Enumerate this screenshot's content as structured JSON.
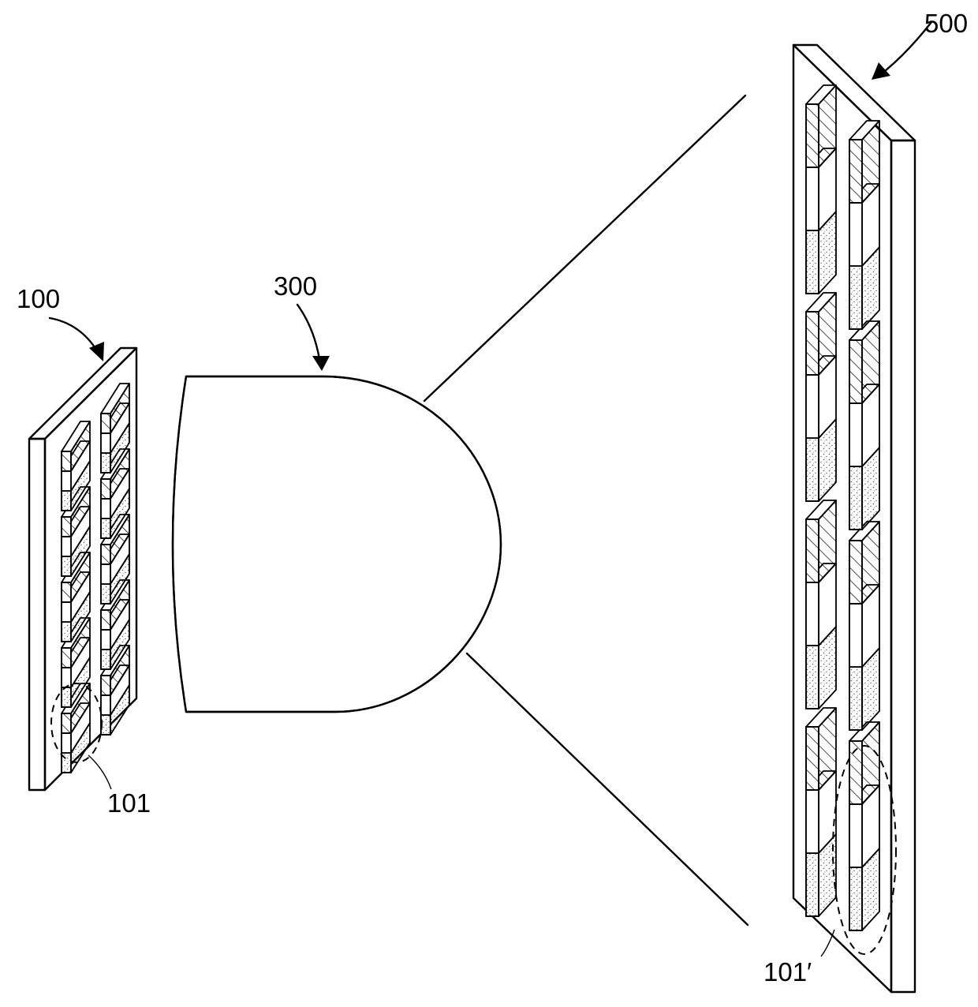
{
  "labels": {
    "source_panel": "100",
    "lens": "300",
    "screen_panel": "500",
    "source_pixel": "101",
    "projected_pixel": "101′"
  },
  "colors": {
    "line": "#000000",
    "background": "#ffffff",
    "stipple": "#555555"
  }
}
